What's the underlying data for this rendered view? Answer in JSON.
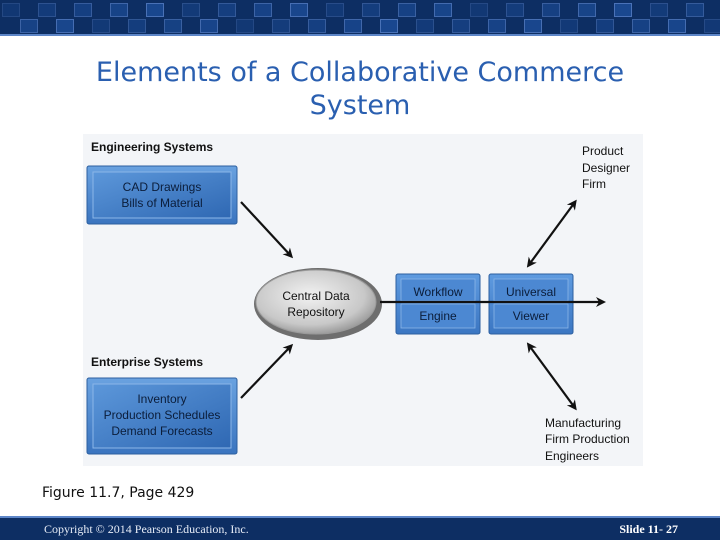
{
  "slide": {
    "title_line1": "Elements of a Collaborative Commerce",
    "title_line2": "System",
    "caption": "Figure 11.7, Page 429",
    "copyright": "Copyright © 2014 Pearson Education, Inc.",
    "slide_number": "Slide 11- 27"
  },
  "diagram": {
    "engineering_label": "Engineering Systems",
    "engineering_box": [
      "CAD Drawings",
      "Bills of Material"
    ],
    "enterprise_label": "Enterprise Systems",
    "enterprise_box": [
      "Inventory",
      "Production Schedules",
      "Demand Forecasts"
    ],
    "repository": [
      "Central Data",
      "Repository"
    ],
    "workflow": [
      "Workflow",
      "Engine"
    ],
    "viewer": [
      "Universal",
      "Viewer"
    ],
    "product_designer": [
      "Product",
      "Designer",
      "Firm"
    ],
    "manufacturing": [
      "Manufacturing",
      "Firm Production",
      "Engineers"
    ]
  },
  "colors": {
    "title": "#2a5fb0",
    "box_blue": "#4a86cf",
    "banner": "#0d2e63"
  }
}
